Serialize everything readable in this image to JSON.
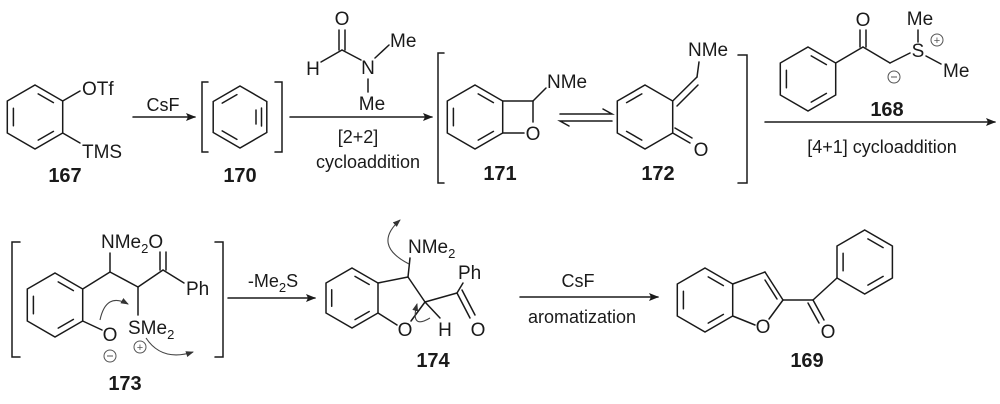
{
  "compounds": {
    "c167": "167",
    "c170": "170",
    "c171": "171",
    "c172": "172",
    "c168": "168",
    "c173": "173",
    "c174": "174",
    "c169": "169"
  },
  "atoms": {
    "otf": "OTf",
    "tms": "TMS",
    "dmf_o": "O",
    "dmf_h": "H",
    "dmf_n": "N",
    "dmf_me1": "Me",
    "dmf_me2": "Me",
    "c171_nme": "NMe",
    "c171_o": "O",
    "c172_nme": "NMe",
    "c172_o": "O",
    "c168_o": "O",
    "c168_s": "S",
    "c168_me1": "Me",
    "c168_me2": "Me",
    "c173_nme": "NMe",
    "c173_nme_sub": "2",
    "c173_o_carbonyl": "O",
    "c173_ph": "Ph",
    "c173_s": "SMe",
    "c173_s_sub": "2",
    "c173_o": "O",
    "c174_nme": "NMe",
    "c174_nme_sub": "2",
    "c174_ph": "Ph",
    "c174_o_ring": "O",
    "c174_h": "H",
    "c174_o": "O",
    "c169_o_ring": "O",
    "c169_o": "O"
  },
  "conditions": {
    "step1": "CsF",
    "step2_top": "[2+2]",
    "step2_bottom": "cycloaddition",
    "step3": "[4+1] cycloaddition",
    "step4_main": "-Me",
    "step4_sub": "2",
    "step4_tail": "S",
    "step5_top": "CsF",
    "step5_bottom": "aromatization"
  },
  "charges": {
    "plus": "+",
    "minus": "−"
  }
}
